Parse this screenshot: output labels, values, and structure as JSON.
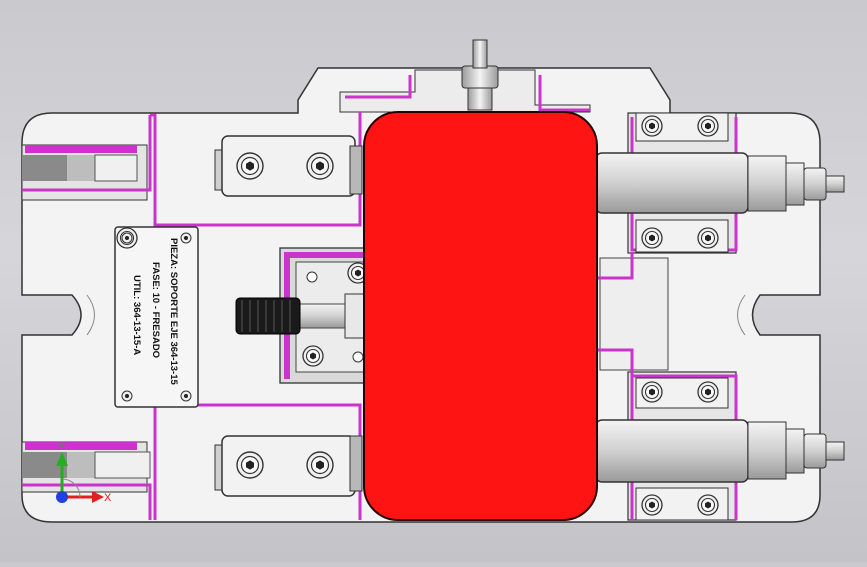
{
  "viewport": {
    "background": "#d0d0d4",
    "plate_color": "#f2f2f2",
    "pocket_color": "#d8d8d8",
    "accent_magenta": "#cc33cc",
    "part_color": "#ff1414"
  },
  "label_plate": {
    "line1": "PIEZA: SOPORTE EJE    364-13-15",
    "line2": "FASE: 10  -  FRESADO",
    "line3": "UTIL:   364-13-15-A"
  },
  "triad": {
    "x_label": "X",
    "y_label": "Y",
    "x_color": "#e02020",
    "y_color": "#20b020",
    "z_color": "#2040e0"
  },
  "icons": [
    "socket-screw-icon",
    "knurled-knob-icon",
    "hydraulic-fitting-icon",
    "triad-icon"
  ]
}
